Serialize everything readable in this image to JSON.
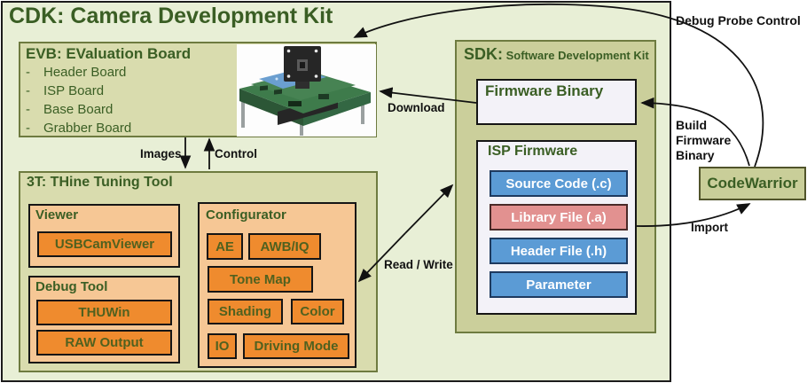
{
  "title": "CDK: Camera Development Kit",
  "evb": {
    "title": "EVB: EValuation Board",
    "bullet": "-",
    "items": [
      "Header Board",
      "ISP Board",
      "Base Board",
      "Grabber Board"
    ]
  },
  "tuning": {
    "title": "3T: THine Tuning Tool",
    "viewer": {
      "title": "Viewer",
      "buttons": [
        "USBCamViewer"
      ]
    },
    "debug": {
      "title": "Debug Tool",
      "buttons": [
        "THUWin",
        "RAW Output"
      ]
    },
    "configurator": {
      "title": "Configurator",
      "buttons": [
        "AE",
        "AWB/IQ",
        "Tone Map",
        "Shading",
        "Color",
        "IO",
        "Driving Mode"
      ]
    }
  },
  "sdk": {
    "title_acronym": "SDK:",
    "title_rest": " Software Development Kit",
    "firmware_binary": {
      "title": "Firmware Binary"
    },
    "isp_firmware": {
      "title": "ISP Firmware",
      "buttons": [
        "Source Code (.c)",
        "Library File (.a)",
        "Header File (.h)",
        "Parameter"
      ]
    }
  },
  "codewarrior": {
    "label": "CodeWarrior"
  },
  "labels": {
    "images": "Images",
    "control": "Control",
    "download": "Download",
    "read_write": "Read / Write",
    "debug_probe": "Debug Probe Control",
    "build_l1": "Build",
    "build_l2": "Firmware",
    "build_l3": "Binary",
    "import": "Import"
  },
  "colors": {
    "cdk_bg": "#e8efd6",
    "panel_bg": "#d9dcae",
    "panel_border": "#6e7b40",
    "sdk_bg": "#cbcf9b",
    "peach_bg": "#f6c795",
    "orange_btn": "#ef8b2e",
    "blue_btn": "#5b9bd5",
    "salmon_btn": "#e29190",
    "white_box": "#f3f2f8",
    "dark_green_text": "#3a5e24",
    "codewarrior_bg": "#c9ce99"
  }
}
